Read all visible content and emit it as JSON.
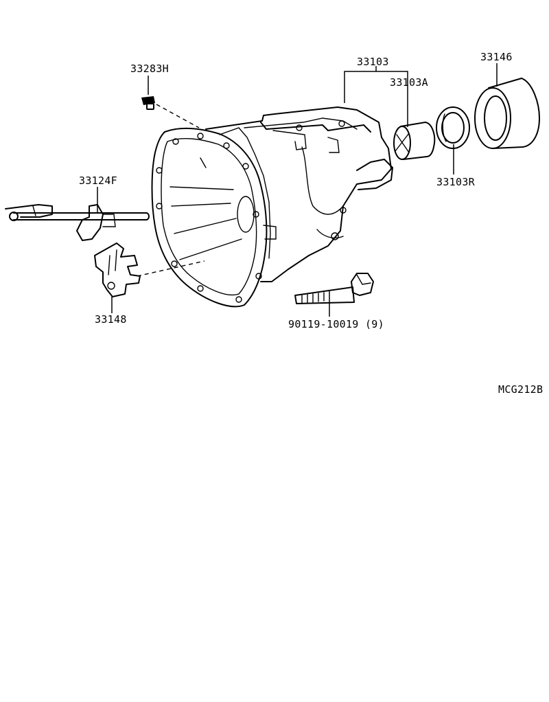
{
  "parts": {
    "drain_plug": "33283H",
    "extension_housing": "33103",
    "bushing": "33103A",
    "oil_seal_ring": "33103R",
    "oil_seal": "33146",
    "shift_lever_shaft": "33124F",
    "shift_head": "33148",
    "bolt": "90119-10019 (9)"
  },
  "diagram_code": "MCG212B"
}
